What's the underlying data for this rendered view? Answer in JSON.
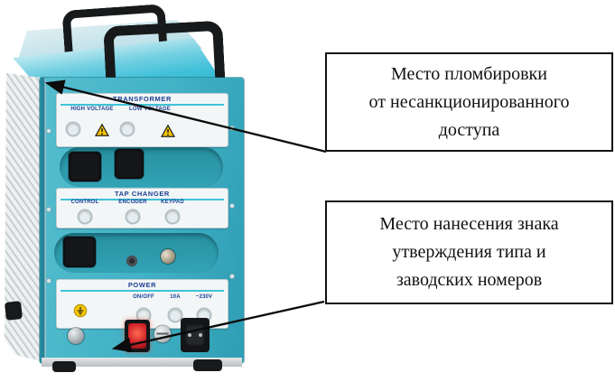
{
  "annotations": {
    "seal_note": {
      "lines": [
        "Место пломбировки",
        "от несанкционированного",
        "доступа"
      ]
    },
    "type_mark_note": {
      "lines": [
        "Место нанесения знака",
        "утверждения типа и",
        "заводских номеров"
      ]
    }
  },
  "device": {
    "transformer_panel": {
      "title": "TRANSFORMER",
      "label_high": "HIGH VOLTAGE",
      "label_low": "LOW VOLTAGE"
    },
    "tap_changer_panel": {
      "title": "TAP CHANGER",
      "label_control": "CONTROL",
      "label_encoder": "ENCODER",
      "label_keypad": "KEYPAD"
    },
    "power_panel": {
      "title": "POWER",
      "label_onoff": "ON/OFF",
      "label_current": "10A",
      "label_voltage": "~230V"
    },
    "colors": {
      "body_teal": "#41b1c5",
      "recess_teal": "#2e98ab",
      "panel_text": "#1b3f93",
      "warning_yellow": "#f5c400",
      "switch_red": "#d2232a"
    }
  }
}
